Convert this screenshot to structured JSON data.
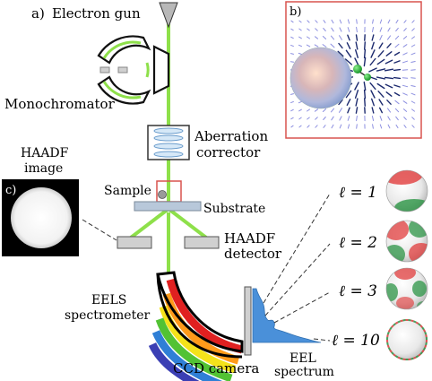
{
  "panel_labels": {
    "a": "a)",
    "b": "b)",
    "c": "c)"
  },
  "labels": {
    "electron_gun": "Electron gun",
    "monochromator": "Monochromator",
    "aberration": "Aberration",
    "corrector": "corrector",
    "sample": "Sample",
    "substrate": "Substrate",
    "haadf_image_1": "HAADF",
    "haadf_image_2": "image",
    "haadf_detector_1": "HAADF",
    "haadf_detector_2": "detector",
    "eels_1": "EELS",
    "eels_2": "spectrometer",
    "ccd": "CCD camera",
    "eel_1": "EEL",
    "eel_2": "spectrum"
  },
  "modes": [
    {
      "label": "ℓ = 1"
    },
    {
      "label": "ℓ = 2"
    },
    {
      "label": "ℓ = 3"
    },
    {
      "label": "ℓ = 10"
    }
  ],
  "colors": {
    "beam": "#8ee04a",
    "panel_border": "#d9534f",
    "spectrum": "#4a90d9",
    "bands": [
      "#e02020",
      "#ff9a1a",
      "#f4e21a",
      "#52c234",
      "#2f7fd6",
      "#3b3fb4"
    ]
  }
}
